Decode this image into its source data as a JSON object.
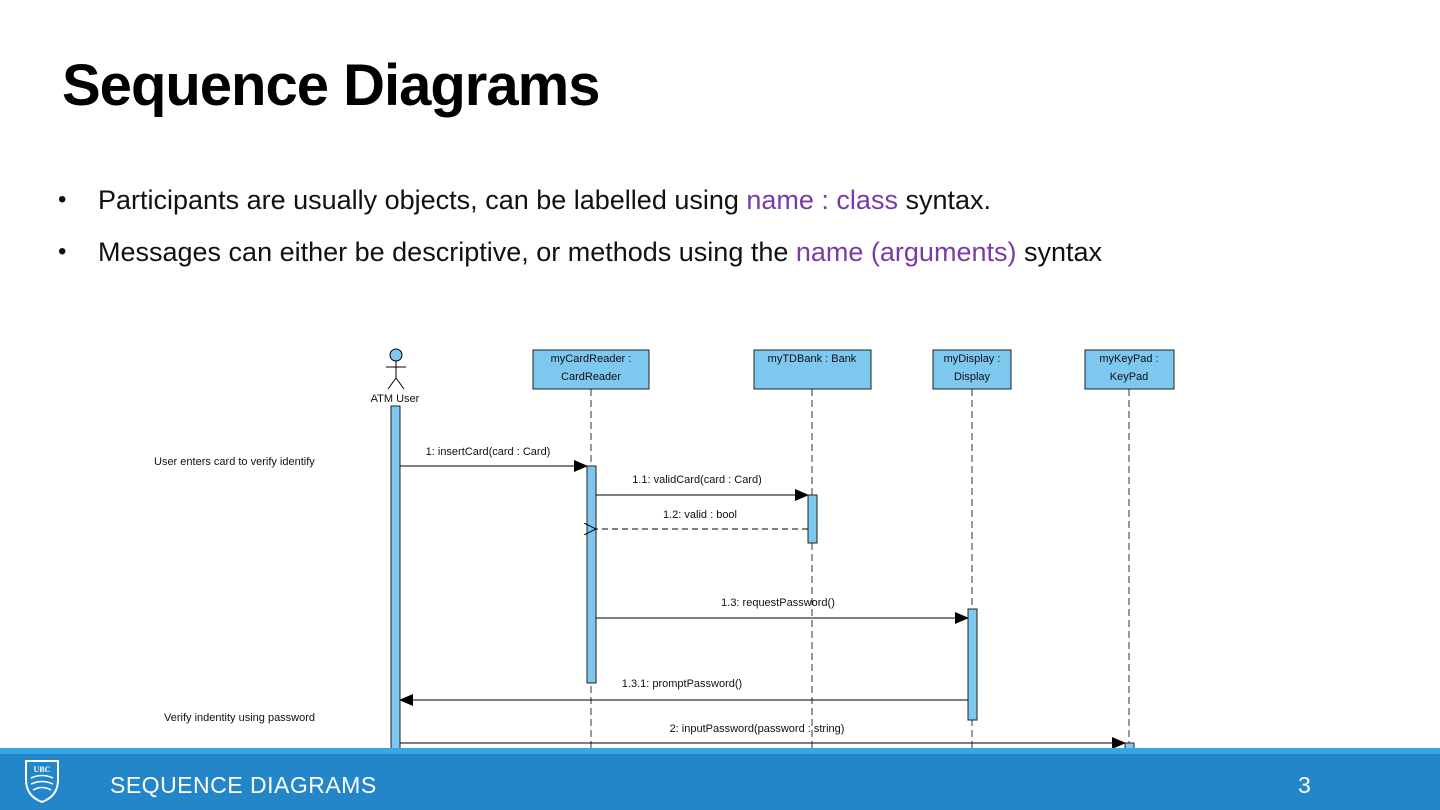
{
  "slide": {
    "title": "Sequence Diagrams",
    "bullets": [
      {
        "before": "Participants are usually objects, can be labelled using ",
        "highlight": "name : class",
        "after": " syntax."
      },
      {
        "before": "Messages can either be descriptive, or methods using the ",
        "highlight": "name (arguments)",
        "after": " syntax"
      }
    ],
    "highlight_color": "#7a3aa6"
  },
  "diagram": {
    "actor": {
      "label": "ATM User"
    },
    "participants": [
      {
        "line1": "myCardReader :",
        "line2": "CardReader"
      },
      {
        "line1": "myTDBank : Bank",
        "line2": ""
      },
      {
        "line1": "myDisplay :",
        "line2": "Display"
      },
      {
        "line1": "myKeyPad :",
        "line2": "KeyPad"
      }
    ],
    "messages": [
      "1: insertCard(card : Card)",
      "1.1: validCard(card : Card)",
      "1.2: valid : bool",
      "1.3: requestPassword()",
      "1.3.1: promptPassword()",
      "2: inputPassword(password : string)"
    ],
    "notes": [
      "User enters card to verify identify",
      "Verify indentity using password"
    ],
    "box_color": "#7ec8ef"
  },
  "footer": {
    "logo": "UBC",
    "title": "SEQUENCE DIAGRAMS",
    "page": "3",
    "color": "#2386c8"
  }
}
